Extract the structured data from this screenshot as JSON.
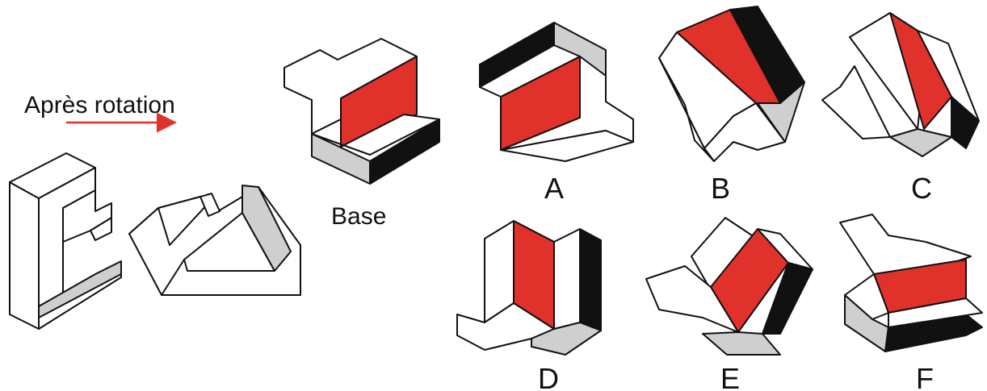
{
  "caption": "Après rotation",
  "base_label": "Base",
  "options": [
    "A",
    "B",
    "C",
    "D",
    "E",
    "F"
  ],
  "colors": {
    "red": "#e0312b",
    "black": "#111111",
    "gray": "#cfcfcf",
    "white": "#ffffff",
    "arrow": "#e0312b"
  }
}
